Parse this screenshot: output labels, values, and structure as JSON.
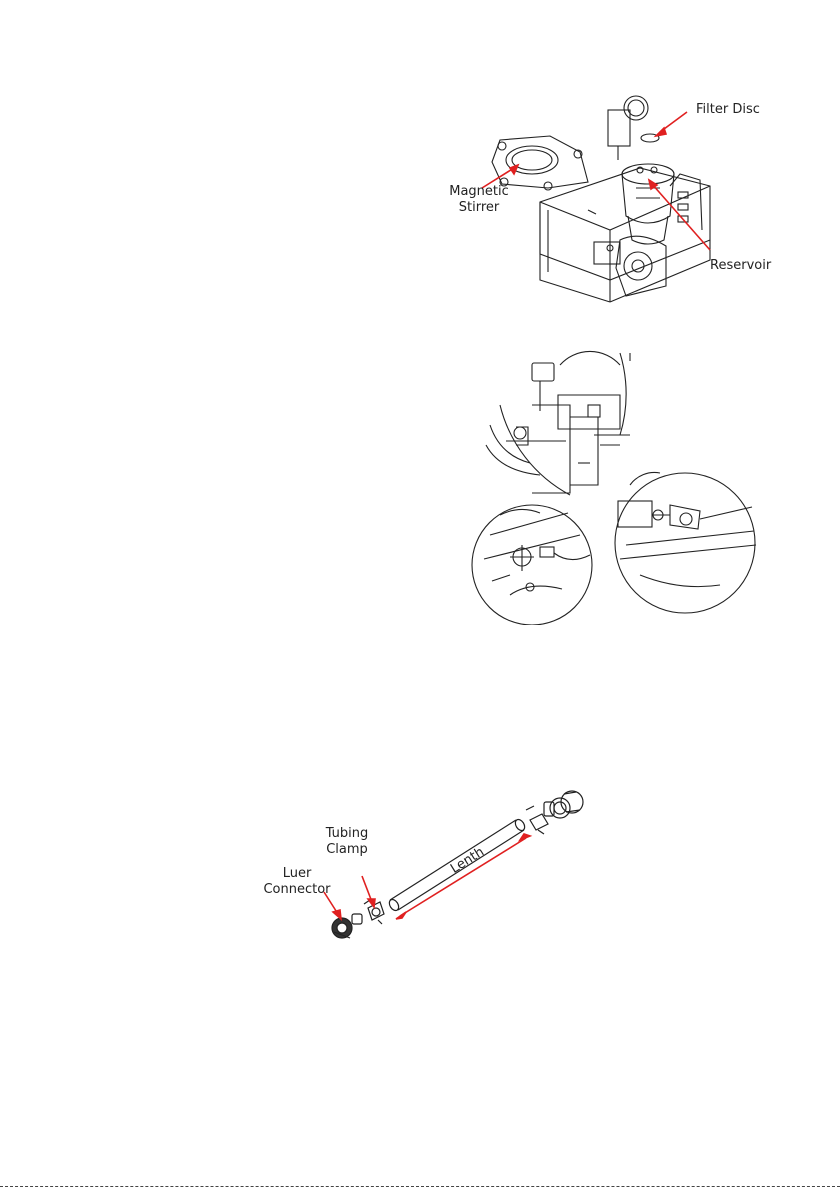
{
  "figure1": {
    "labels": {
      "filter_disc": "Filter Disc",
      "magnetic": "Magnetic",
      "stirrer": "Stirrer",
      "reservoir": "Reservoir"
    },
    "arrow_color": "#e02020"
  },
  "figure3": {
    "labels": {
      "tubing": "Tubing",
      "clamp": "Clamp",
      "luer": "Luer",
      "connector": "Connector",
      "lenth": "Lenth"
    },
    "arrow_color": "#e02020"
  }
}
